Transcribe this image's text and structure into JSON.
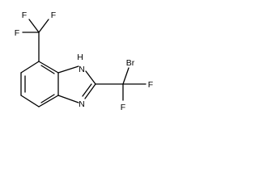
{
  "molecule": {
    "atoms": {
      "f_top_left": "F",
      "f_top_right": "F",
      "f_left": "F",
      "nh": "H",
      "n_ring_top": "N",
      "n_ring_bottom": "N",
      "br": "Br",
      "f_right": "F",
      "f_bottom": "F"
    }
  }
}
